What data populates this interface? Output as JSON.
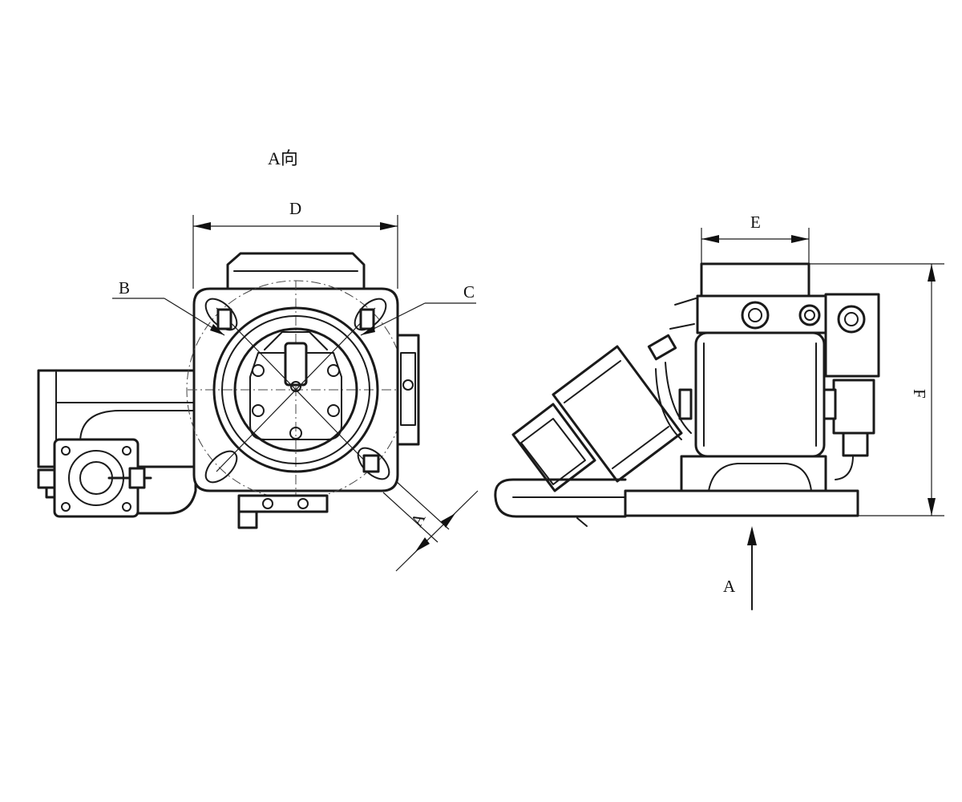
{
  "diagram": {
    "view_title": "A向",
    "dimension_labels": {
      "d": "D",
      "e": "E",
      "f": "F",
      "a_bolt": "A",
      "a_view": "A"
    },
    "callout_labels": {
      "b": "B",
      "c": "C"
    }
  }
}
